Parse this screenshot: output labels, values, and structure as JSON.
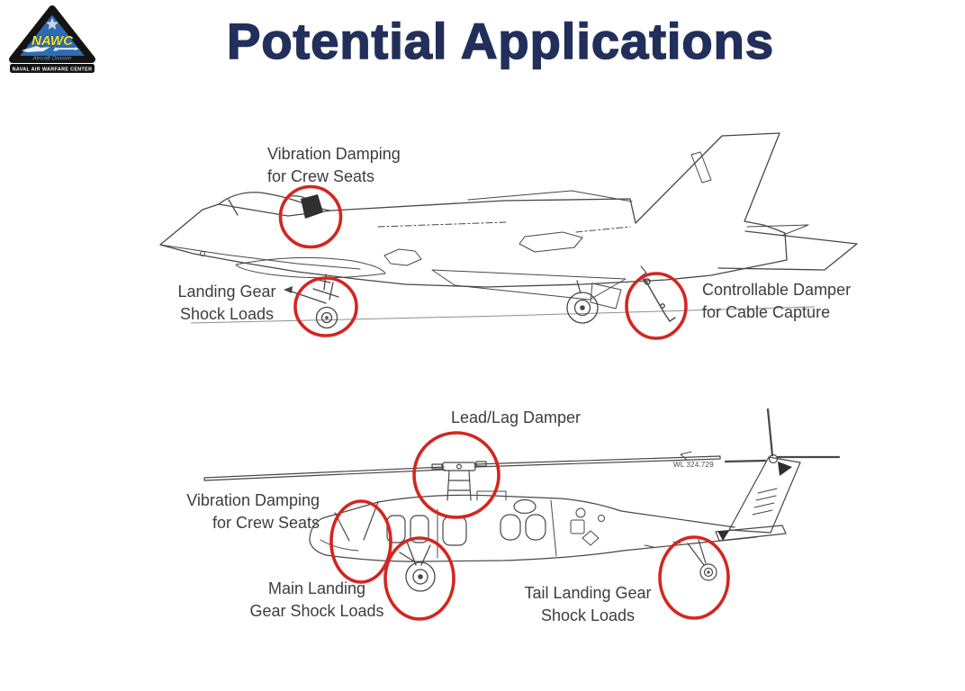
{
  "title": "Potential Applications",
  "logo": {
    "acronym": "NAWC",
    "division": "Aircraft Division",
    "banner": "NAVAL AIR WARFARE CENTER"
  },
  "jet": {
    "name": "fighter-jet-line-drawing",
    "annotations": {
      "crew": {
        "line1": "Vibration Damping",
        "line2": "for Crew Seats"
      },
      "gear": {
        "line1": "Landing Gear",
        "line2": "Shock Loads"
      },
      "hook": {
        "line1": "Controllable Damper",
        "line2": "for Cable Capture"
      }
    }
  },
  "helicopter": {
    "name": "utility-helicopter-line-drawing",
    "annotations": {
      "leadlag": {
        "line1": "Lead/Lag Damper"
      },
      "crew": {
        "line1": "Vibration Damping",
        "line2": "for Crew Seats"
      },
      "main_gear": {
        "line1": "Main Landing",
        "line2": "Gear Shock Loads"
      },
      "tail_gear": {
        "line1": "Tail Landing Gear",
        "line2": "Shock Loads"
      }
    },
    "waterline_note": "WL 324.729"
  },
  "colors": {
    "title_navy": "#232f5b",
    "highlight_red": "#d3261f",
    "drawing_gray": "#474747",
    "text_gray": "#3d3d3d",
    "logo_blue": "#2d6cb3",
    "logo_yellow": "#f2e63d"
  }
}
